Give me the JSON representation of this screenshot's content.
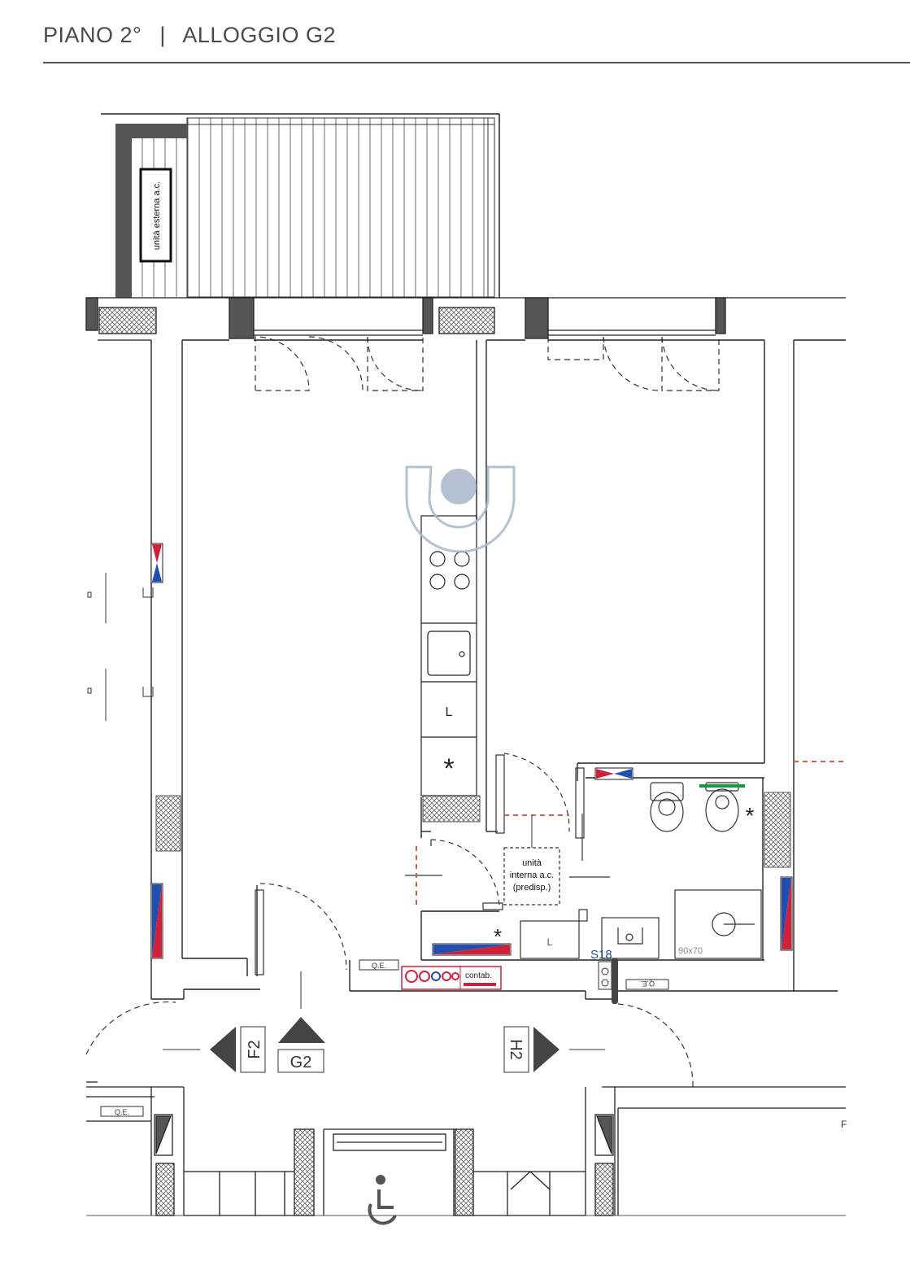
{
  "header": {
    "floor": "PIANO 2°",
    "separator": "|",
    "unit": "ALLOGGIO G2"
  },
  "labels": {
    "outdoor_ac": "unità esterna a.c.",
    "indoor_ac_line1": "unità",
    "indoor_ac_line2": "interna a.c.",
    "indoor_ac_line3": "(predisp.)",
    "washer_kitchen": "L",
    "washer_bath": "L",
    "fridge_star": "*",
    "star_small": "*",
    "star_bath": "*",
    "shower_size": "90x70",
    "s_code": "S18",
    "qe_left": "Q.E.",
    "qe_right": "Q.E.",
    "qe_lower": "Q.E.",
    "contab": "contab.",
    "apt_f2": "F2",
    "apt_g2": "G2",
    "apt_h2": "H2",
    "lower_right_letter": "F"
  },
  "colors": {
    "wall": "#222222",
    "hatch": "#666666",
    "radiator_red": "#d0203a",
    "radiator_blue": "#1f4fb0",
    "dashed_red": "#d06050",
    "green": "#1a9a40",
    "watermark": "#a9b6cc"
  },
  "icons": {
    "watermark": "logo-watermark-icon",
    "accessibility": "wheelchair-icon"
  }
}
